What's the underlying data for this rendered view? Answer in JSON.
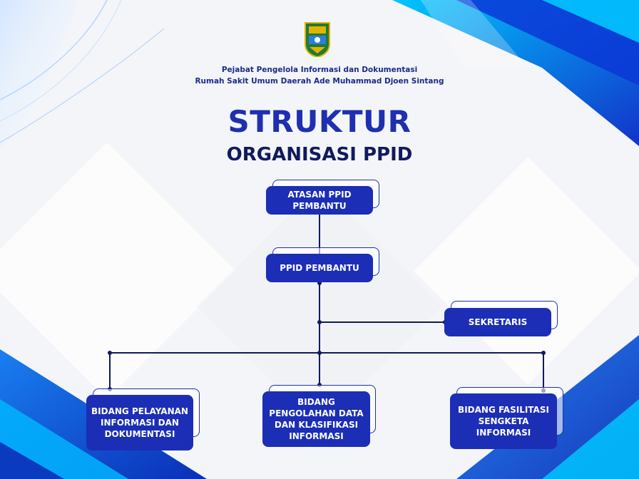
{
  "header": {
    "line1": "Pejabat Pengelola Informasi dan Dokumentasi",
    "line2": "Rumah Sakit Umum Daerah Ade Muhammad Djoen Sintang"
  },
  "title": {
    "main": "STRUKTUR",
    "sub": "ORGANISASI PPID"
  },
  "org": {
    "atasan": "ATASAN PPID PEMBANTU",
    "ppid": "PPID PEMBANTU",
    "sekretaris": "SEKRETARIS",
    "bidang1": "BIDANG PELAYANAN INFORMASI DAN DOKUMENTASI",
    "bidang2": "BIDANG PENGOLAHAN DATA DAN KLASIFIKASI INFORMASI",
    "bidang3": "BIDANG FASILITASI SENGKETA INFORMASI"
  },
  "colors": {
    "primary": "#1b2eb5",
    "dark_navy": "#101a5e",
    "accent_blue": "#1e90ff"
  },
  "icons": {
    "logo": "regional-emblem-icon"
  }
}
